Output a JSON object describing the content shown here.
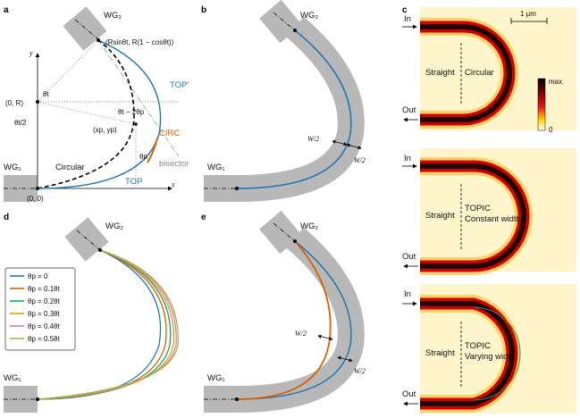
{
  "panels": {
    "a": {
      "label": "a",
      "x_axis": "x",
      "y_axis": "y",
      "wg1": "WG₁",
      "wg2": "WG₂",
      "end_point": "(Rsinθt, R(1 − cosθt))",
      "point_0R": "(0, R)",
      "origin": "(0, 0)",
      "center": "(xp, yp)",
      "theta_t": "θt",
      "theta_t_half": "θt/2",
      "theta_diff": "θt − 2θp",
      "theta_p": "θp",
      "circular": "Circular",
      "top_prime": "TOP'",
      "circ": "CIRC",
      "bisector": "bisector",
      "top": "TOP"
    },
    "b": {
      "label": "b",
      "wg1": "WG₁",
      "wg2": "WG₂",
      "w_half_1": "W/2",
      "w_half_2": "W/2"
    },
    "c": {
      "label": "c",
      "scale": "1 μm",
      "colorbar_max": "max",
      "colorbar_min": "0",
      "rows": [
        {
          "in": "In",
          "out": "Out",
          "left": "Straight",
          "right_1": "Circular",
          "right_2": ""
        },
        {
          "in": "In",
          "out": "Out",
          "left": "Straight",
          "right_1": "TOPIC",
          "right_2": "Constant width"
        },
        {
          "in": "In",
          "out": "Out",
          "left": "Straight",
          "right_1": "TOPIC",
          "right_2": "Varying width"
        }
      ]
    },
    "d": {
      "label": "d",
      "wg1": "WG₁",
      "wg2": "WG₂",
      "legend": [
        {
          "text": "θp = 0",
          "color": "#1f77b4"
        },
        {
          "text": "θp = 0.1θt",
          "color": "#d95f02"
        },
        {
          "text": "θp = 0.2θt",
          "color": "#1b9e77"
        },
        {
          "text": "θp = 0.3θt",
          "color": "#e6a100"
        },
        {
          "text": "θp = 0.4θt",
          "color": "#e377c2"
        },
        {
          "text": "θp = 0.5θt",
          "color": "#9cba3a"
        }
      ]
    },
    "e": {
      "label": "e",
      "wg1": "WG₁",
      "wg2": "WG₂",
      "w_half_1": "W/2",
      "w_half_2": "W/2"
    }
  },
  "colors": {
    "waveguide": "#b8b8b8",
    "top_curve": "#1f77b4",
    "circ_curve": "#d95f02",
    "bisector": "#888888",
    "field_bg": "#fff5cc"
  }
}
